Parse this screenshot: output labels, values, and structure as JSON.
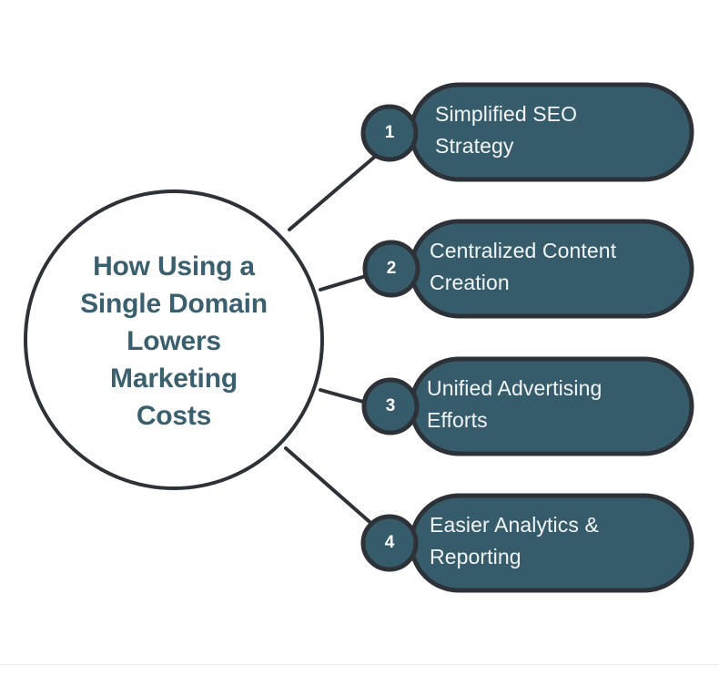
{
  "diagram": {
    "type": "mind-map",
    "center": {
      "title": "How Using a\nSingle Domain\nLowers\nMarketing\nCosts",
      "shape": "circle",
      "text_color": "#3a5f6e",
      "outline_color": "#2d3238"
    },
    "style": {
      "pill_fill": "#365c6b",
      "pill_outline": "#2d3238",
      "pill_text_color": "#f2f5f6",
      "badge_fill": "#365c6b",
      "badge_outline": "#2d3238",
      "badge_text_color": "#ffffff",
      "connector_color": "#2d3238",
      "background": "#ffffff",
      "divider": "#e8e8e8"
    },
    "branches": [
      {
        "number": "1",
        "label": "Simplified SEO\nStrategy"
      },
      {
        "number": "2",
        "label": "Centralized Content\nCreation"
      },
      {
        "number": "3",
        "label": "Unified Advertising\nEfforts"
      },
      {
        "number": "4",
        "label": "Easier Analytics &\nReporting"
      }
    ]
  }
}
